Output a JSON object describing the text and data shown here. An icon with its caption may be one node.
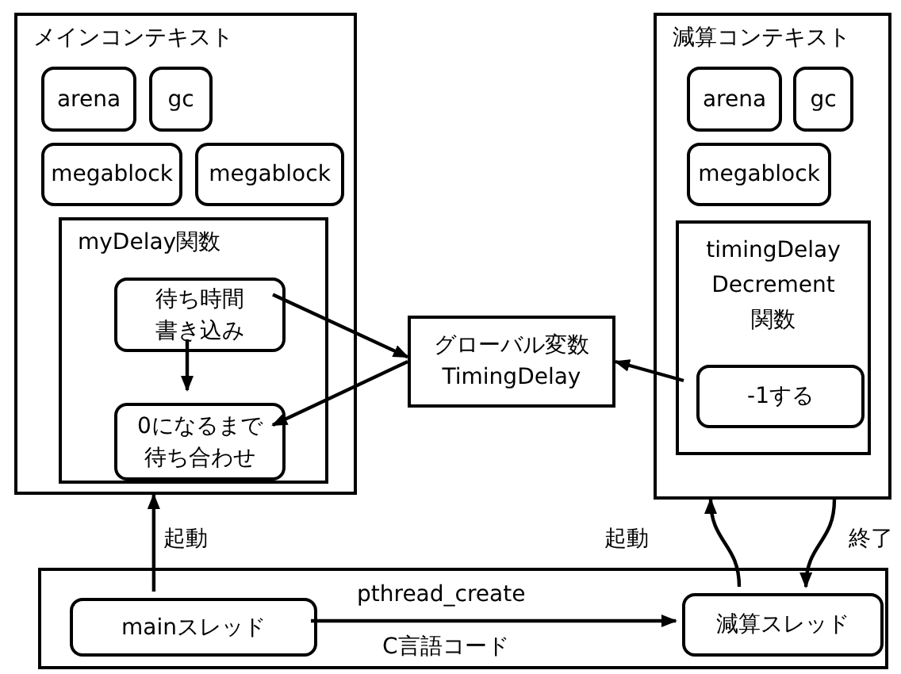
{
  "diagram": {
    "nodes": [
      {
        "text": [
          "メインコンテキスト"
        ]
      },
      {
        "text": [
          "arena"
        ],
        "in": 0
      },
      {
        "text": [
          "gc"
        ],
        "in": 0
      },
      {
        "text": [
          "megablock"
        ],
        "in": 0
      },
      {
        "text": [
          "megablock"
        ],
        "in": 0
      },
      {
        "text": [
          "myDelay関数"
        ],
        "in": 0
      },
      {
        "text": [
          "待ち時間書き込み"
        ],
        "in": 5
      },
      {
        "text": [
          "0になるまで待ち合わせ"
        ],
        "in": 5
      },
      {
        "text": [
          "グローバル変数 TimingDelay"
        ]
      },
      {
        "text": [
          "減算コンテキスト"
        ]
      },
      {
        "text": [
          "arena"
        ],
        "in": 9
      },
      {
        "text": [
          "gc"
        ],
        "in": 9
      },
      {
        "text": [
          "megablock"
        ],
        "in": 9
      },
      {
        "text": [
          "timingDelay Decrement 関数"
        ],
        "in": 9
      },
      {
        "text": [
          "-1する"
        ],
        "in": 13
      },
      {
        "text": [
          "C言語コード"
        ]
      },
      {
        "text": [
          "mainスレッド"
        ],
        "in": 15
      },
      {
        "text": [
          "減算スレッド"
        ],
        "in": 15
      }
    ],
    "edges": [
      {
        "from": 16,
        "to": 0,
        "arrow": "to",
        "label": "起動"
      },
      {
        "from": 17,
        "to": 9,
        "arrow": "to",
        "label": "起動"
      },
      {
        "from": 9,
        "to": 17,
        "arrow": "to",
        "label": "終了"
      },
      {
        "from": 16,
        "to": 17,
        "arrow": "to",
        "label": "pthread_create"
      },
      {
        "from": 6,
        "to": 8,
        "arrow": "to"
      },
      {
        "from": 8,
        "to": 7,
        "arrow": "to"
      },
      {
        "from": 6,
        "to": 7,
        "arrow": "to"
      },
      {
        "from": 14,
        "to": 8,
        "arrow": "to"
      }
    ]
  }
}
